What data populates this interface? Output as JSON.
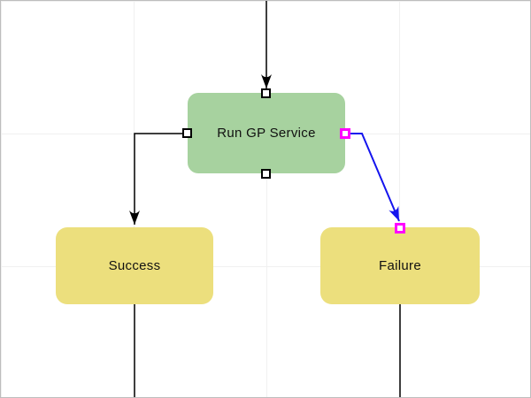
{
  "nodes": {
    "process": {
      "label": "Run GP Service"
    },
    "success": {
      "label": "Success"
    },
    "failure": {
      "label": "Failure"
    }
  },
  "colors": {
    "canvas_bg": "#ffffff",
    "frame_border": "#bdbdbd",
    "grid_line": "#f0f0f0",
    "process_fill": "#a7d29f",
    "terminal_fill": "#ecdf7d",
    "edge_color": "#000000",
    "selected_edge_color": "#1414ee",
    "selection_handle_color": "#ff00ff",
    "handle_border_color": "#000000",
    "handle_fill": "#ffffff",
    "label_color": "#111111"
  }
}
